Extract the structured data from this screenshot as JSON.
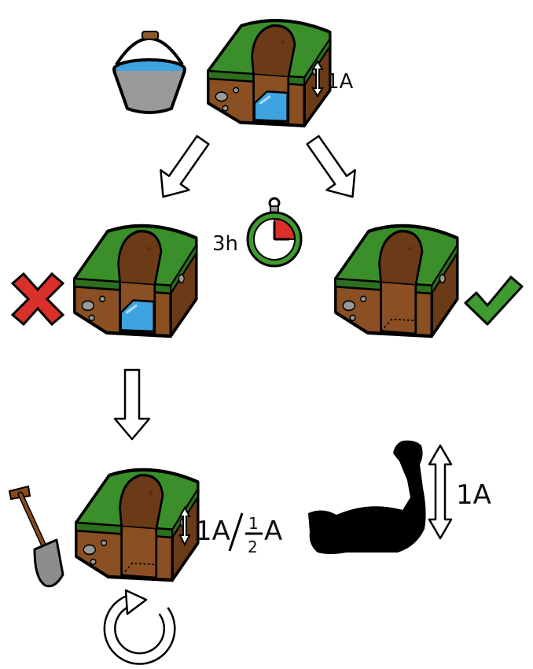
{
  "labels": {
    "top_depth": "1A",
    "timer": "3h",
    "bottom_depth": "1A",
    "fraction_num": "1",
    "fraction_den": "2",
    "fraction_unit": "A",
    "arm_depth": "1A"
  },
  "colors": {
    "grass": "#3a8f2a",
    "grass_dark": "#2c6f1f",
    "soil": "#8a4f22",
    "soil_dark": "#6b3a16",
    "water": "#3fa3df",
    "cross": "#d9302a",
    "check": "#3f9a2f",
    "timer_ring": "#3f9a2f",
    "timer_wedge": "#d9302a",
    "bucket": "#9a9a9a",
    "handle": "#8a5a2b",
    "shovel_handle": "#8a4a1c",
    "shovel_blade": "#8d8d8d",
    "arm": "#000000"
  },
  "icons": [
    "bucket-icon",
    "stopwatch-icon",
    "cross-icon",
    "checkmark-icon",
    "shovel-icon",
    "flexed-arm-icon",
    "repeat-icon",
    "arrow-icon",
    "double-arrow-icon"
  ]
}
